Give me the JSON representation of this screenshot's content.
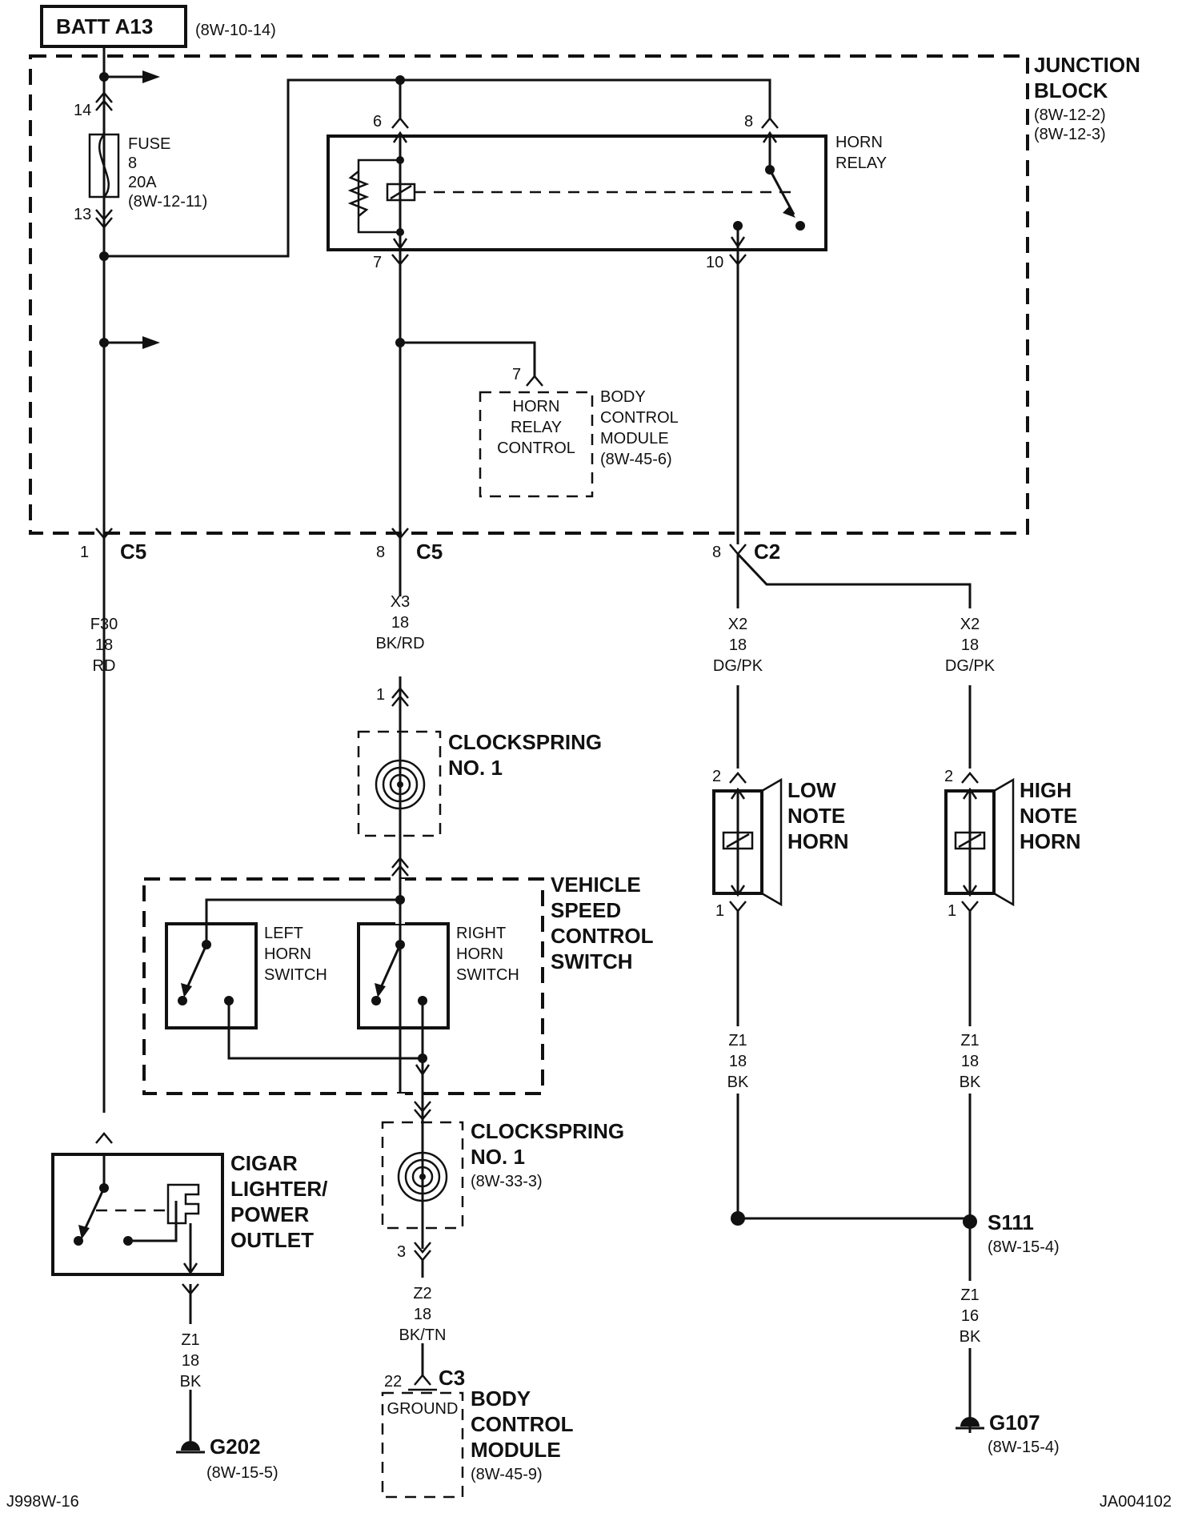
{
  "header": {
    "battery_label": "BATT A13",
    "battery_ref": "(8W-10-14)"
  },
  "junction_block": {
    "title_line1": "JUNCTION",
    "title_line2": "BLOCK",
    "ref1": "(8W-12-2)",
    "ref2": "(8W-12-3)"
  },
  "fuse": {
    "label": "FUSE",
    "number": "8",
    "rating": "20A",
    "ref": "(8W-12-11)",
    "pin_top": "14",
    "pin_bottom": "13"
  },
  "horn_relay": {
    "label_line1": "HORN",
    "label_line2": "RELAY",
    "pin_6": "6",
    "pin_8": "8",
    "pin_7": "7",
    "pin_10": "10"
  },
  "bcm_upper": {
    "pin": "7",
    "inner_line1": "HORN",
    "inner_line2": "RELAY",
    "inner_line3": "CONTROL",
    "label_line1": "BODY",
    "label_line2": "CONTROL",
    "label_line3": "MODULE",
    "ref": "(8W-45-6)"
  },
  "connectors": {
    "c5_left": {
      "pin": "1",
      "name": "C5"
    },
    "c5_mid": {
      "pin": "8",
      "name": "C5"
    },
    "c2": {
      "pin": "8",
      "name": "C2"
    }
  },
  "wires": {
    "f30": {
      "circuit": "F30",
      "gauge": "18",
      "color": "RD"
    },
    "x3": {
      "circuit": "X3",
      "gauge": "18",
      "color": "BK/RD"
    },
    "x2_low": {
      "circuit": "X2",
      "gauge": "18",
      "color": "DG/PK"
    },
    "x2_high": {
      "circuit": "X2",
      "gauge": "18",
      "color": "DG/PK"
    },
    "z1_low": {
      "circuit": "Z1",
      "gauge": "18",
      "color": "BK"
    },
    "z1_high": {
      "circuit": "Z1",
      "gauge": "18",
      "color": "BK"
    },
    "z1_s111": {
      "circuit": "Z1",
      "gauge": "16",
      "color": "BK"
    },
    "z1_cigar": {
      "circuit": "Z1",
      "gauge": "18",
      "color": "BK"
    },
    "z2": {
      "circuit": "Z2",
      "gauge": "18",
      "color": "BK/TN"
    }
  },
  "clockspring_upper": {
    "pin": "1",
    "label_line1": "CLOCKSPRING",
    "label_line2": "NO. 1"
  },
  "clockspring_lower": {
    "pin": "3",
    "label_line1": "CLOCKSPRING",
    "label_line2": "NO. 1",
    "ref": "(8W-33-3)"
  },
  "speed_switch": {
    "label_line1": "VEHICLE",
    "label_line2": "SPEED",
    "label_line3": "CONTROL",
    "label_line4": "SWITCH",
    "left_line1": "LEFT",
    "left_line2": "HORN",
    "left_line3": "SWITCH",
    "right_line1": "RIGHT",
    "right_line2": "HORN",
    "right_line3": "SWITCH"
  },
  "low_horn": {
    "pin_top": "2",
    "pin_bottom": "1",
    "line1": "LOW",
    "line2": "NOTE",
    "line3": "HORN"
  },
  "high_horn": {
    "pin_top": "2",
    "pin_bottom": "1",
    "line1": "HIGH",
    "line2": "NOTE",
    "line3": "HORN"
  },
  "cigar": {
    "line1": "CIGAR",
    "line2": "LIGHTER/",
    "line3": "POWER",
    "line4": "OUTLET"
  },
  "splice": {
    "name": "S111",
    "ref": "(8W-15-4)"
  },
  "grounds": {
    "g202": {
      "name": "G202",
      "ref": "(8W-15-5)"
    },
    "g107": {
      "name": "G107",
      "ref": "(8W-15-4)"
    }
  },
  "bcm_lower": {
    "pin": "22",
    "connector": "C3",
    "inner": "GROUND",
    "label_line1": "BODY",
    "label_line2": "CONTROL",
    "label_line3": "MODULE",
    "ref": "(8W-45-9)"
  },
  "footer": {
    "left": "J998W-16",
    "right": "JA004102"
  }
}
